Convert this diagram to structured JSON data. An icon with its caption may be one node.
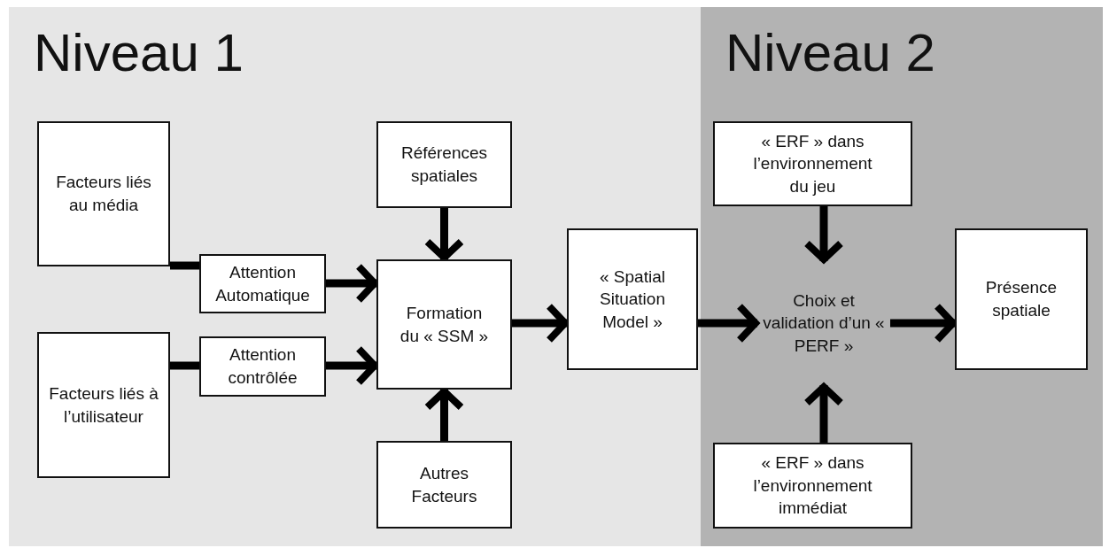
{
  "diagram": {
    "nodes": [
      {
        "text": [
          "Niveau 1"
        ]
      },
      {
        "text": [
          "Niveau 2"
        ]
      },
      {
        "text": [
          "Facteurs liés au média"
        ],
        "in": 0
      },
      {
        "text": [
          "Facteurs liés à l’utilisateur"
        ],
        "in": 0
      },
      {
        "text": [
          "Attention Automatique"
        ],
        "in": 0
      },
      {
        "text": [
          "Attention contrôlée"
        ],
        "in": 0
      },
      {
        "text": [
          "Références spatiales"
        ],
        "in": 0
      },
      {
        "text": [
          "Formation du « SSM »"
        ],
        "in": 0
      },
      {
        "text": [
          "Autres Facteurs"
        ],
        "in": 0
      },
      {
        "text": [
          "« Spatial Situation Model »"
        ],
        "in": 0
      },
      {
        "text": [
          "« ERF » dans l’environnement du jeu"
        ],
        "in": 1
      },
      {
        "text": [
          "Choix et validation d’un « PERF »"
        ],
        "in": 1
      },
      {
        "text": [
          "« ERF » dans l’environnement immédiat"
        ],
        "in": 1
      },
      {
        "text": [
          "Présence spatiale"
        ],
        "in": 1
      }
    ],
    "edges": [
      {
        "from": 2,
        "to": 4,
        "arrow": "none"
      },
      {
        "from": 3,
        "to": 5,
        "arrow": "none"
      },
      {
        "from": 4,
        "to": 7,
        "arrow": "to"
      },
      {
        "from": 5,
        "to": 7,
        "arrow": "to"
      },
      {
        "from": 6,
        "to": 7,
        "arrow": "to"
      },
      {
        "from": 8,
        "to": 7,
        "arrow": "to"
      },
      {
        "from": 7,
        "to": 9,
        "arrow": "to"
      },
      {
        "from": 9,
        "to": 11,
        "arrow": "to"
      },
      {
        "from": 10,
        "to": 11,
        "arrow": "to"
      },
      {
        "from": 12,
        "to": 11,
        "arrow": "to"
      },
      {
        "from": 11,
        "to": 13,
        "arrow": "to"
      }
    ]
  }
}
